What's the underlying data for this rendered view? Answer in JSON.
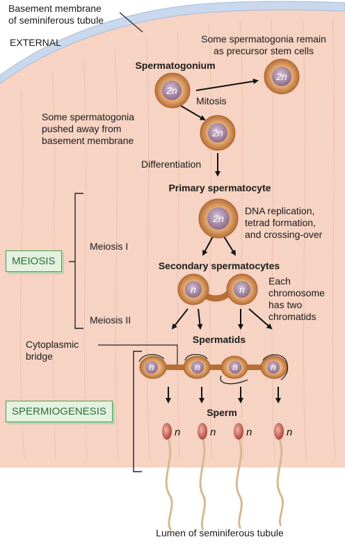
{
  "labels": {
    "basement_membrane": [
      "Basement membrane",
      "of seminiferous tubule"
    ],
    "external": "EXTERNAL",
    "stem_cells_note": [
      "Some spermatogonia remain",
      "as precursor stem cells"
    ],
    "spermatogonium": "Spermatogonium",
    "mitosis": "Mitosis",
    "pushed_note": [
      "Some spermatogonia",
      "pushed away from",
      "basement membrane"
    ],
    "differentiation": "Differentiation",
    "primary_spermatocyte": "Primary spermatocyte",
    "dna_note": [
      "DNA replication,",
      "tetrad formation,",
      "and crossing-over"
    ],
    "meiosis_1": "Meiosis I",
    "secondary_spermatocytes": "Secondary spermatocytes",
    "chromosome_note": [
      "Each",
      "chromosome",
      "has two",
      "chromatids"
    ],
    "meiosis_2": "Meiosis II",
    "spermatids": "Spermatids",
    "cytoplasmic_bridge": [
      "Cytoplasmic",
      "bridge"
    ],
    "sperm": "Sperm",
    "lumen": "Lumen of seminiferous tubule"
  },
  "stage_boxes": {
    "meiosis": "MEIOSIS",
    "spermiogenesis": "SPERMIOGENESIS"
  },
  "cells": {
    "diploid": "2n",
    "haploid": "n"
  },
  "colors": {
    "tissue": "#f6d3c3",
    "membrane": "#c9d8ec",
    "cell_outer": "#c98a4e",
    "nucleus": "#a8869e",
    "box_fill": "#e3f2de",
    "box_border": "#4a9a55"
  }
}
